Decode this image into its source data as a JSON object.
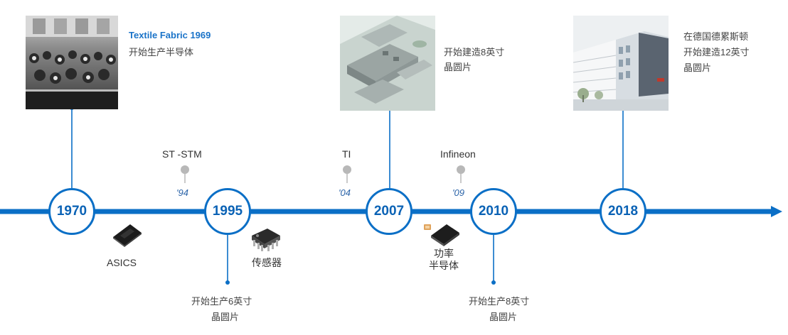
{
  "colors": {
    "accent": "#0b6fc6",
    "marker_gray": "#b8b8b8",
    "title_blue": "#1a73c8"
  },
  "milestones": {
    "m1970": {
      "year": "1970",
      "title": "Textile Fabric 1969",
      "desc": "开始生产半导体",
      "photo": "textile-factory-photo"
    },
    "m1995": {
      "year": "1995",
      "desc_line1": "开始生产6英寸",
      "desc_line2": "晶圆片"
    },
    "m2007": {
      "year": "2007",
      "desc_line1": "开始建造8英寸",
      "desc_line2": "晶圆片",
      "photo": "factory-campus-photo"
    },
    "m2010": {
      "year": "2010",
      "desc_line1": "开始生产8英寸",
      "desc_line2": "晶圆片"
    },
    "m2018": {
      "year": "2018",
      "desc_line1": "在德国德累斯顿",
      "desc_line2": "开始建造12英寸",
      "desc_line3": "晶圆片",
      "photo": "modern-building-photo"
    }
  },
  "events": {
    "st": {
      "company": "ST -STM",
      "year": "'94"
    },
    "ti": {
      "company": "TI",
      "year": "'04"
    },
    "infineon": {
      "company": "Infineon",
      "year": "'09"
    }
  },
  "products": {
    "asics": {
      "label": "ASICS",
      "icon": "chip-icon"
    },
    "sensor": {
      "label": "传感器",
      "icon": "sensor-chip-icon"
    },
    "power": {
      "label_line1": "功率",
      "label_line2": "半导体",
      "icon": "power-chip-icon"
    }
  }
}
